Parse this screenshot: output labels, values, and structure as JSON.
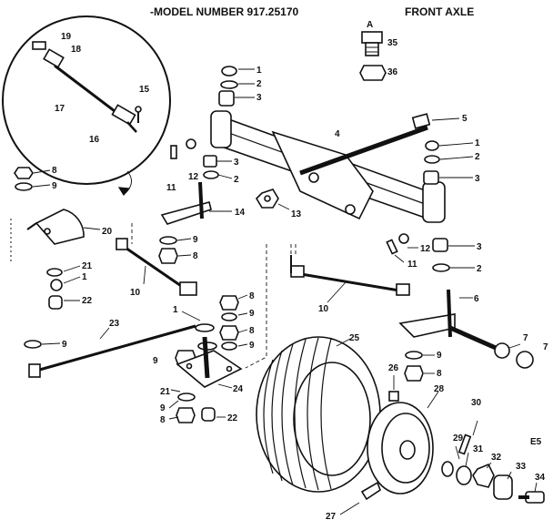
{
  "header": {
    "model_number": "-MODEL NUMBER 917.25170",
    "section_title": "FRONT AXLE"
  },
  "corner_code": "E5",
  "inset_letter": "A",
  "callouts": [
    "1",
    "2",
    "3",
    "4",
    "5",
    "6",
    "7",
    "8",
    "9",
    "10",
    "11",
    "12",
    "13",
    "14",
    "15",
    "16",
    "17",
    "18",
    "19",
    "20",
    "21",
    "22",
    "23",
    "24",
    "25",
    "26",
    "27",
    "28",
    "29",
    "30",
    "31",
    "32",
    "33",
    "34",
    "35",
    "36"
  ],
  "colors": {
    "ink": "#111111",
    "paper": "#ffffff"
  }
}
